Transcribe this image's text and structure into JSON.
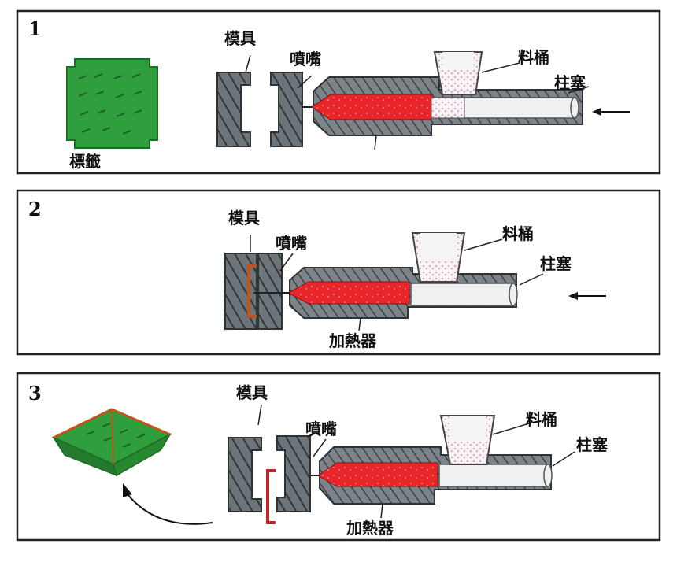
{
  "panels": [
    {
      "number": "1",
      "labels": {
        "mold": "模具",
        "nozzle": "噴嘴",
        "hopper": "料桶",
        "plunger": "柱塞",
        "product": "標籤"
      }
    },
    {
      "number": "2",
      "labels": {
        "mold": "模具",
        "nozzle": "噴嘴",
        "hopper": "料桶",
        "plunger": "柱塞",
        "heater": "加熱器"
      }
    },
    {
      "number": "3",
      "labels": {
        "mold": "模具",
        "nozzle": "噴嘴",
        "hopper": "料桶",
        "plunger": "柱塞",
        "heater": "加熱器"
      }
    }
  ],
  "colors": {
    "barrel": "#8a8f94",
    "melt": "#e8262a",
    "mold": "#6e767c",
    "product": "#2f9e3c",
    "plunger_rod": "#eef0f1",
    "hopper_fill": "#f4f4f4",
    "border": "#222222"
  },
  "icons": [
    "arrow-left-icon",
    "curved-arrow-up-icon"
  ]
}
